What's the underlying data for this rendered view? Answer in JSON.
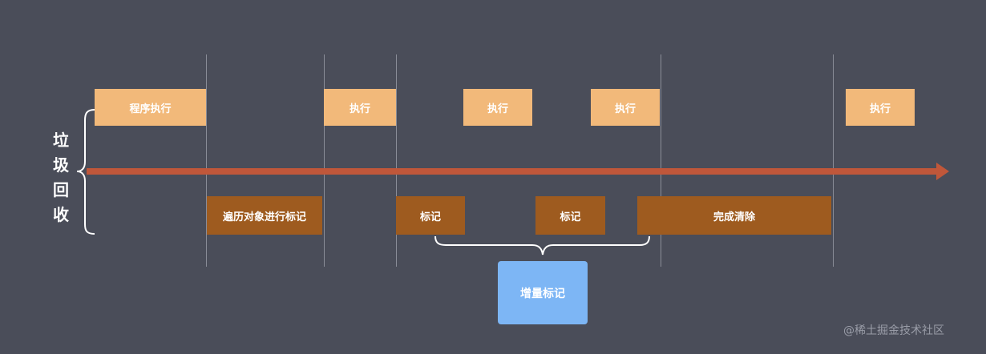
{
  "title": "垃圾回收",
  "colors": {
    "background": "#4a4d59",
    "exec_box": "#f2b97a",
    "mark_box": "#9e5b1f",
    "incremental_box": "#7db6f5",
    "arrow": "#c0573a"
  },
  "exec_boxes": [
    {
      "label": "程序执行"
    },
    {
      "label": "执行"
    },
    {
      "label": "执行"
    },
    {
      "label": "执行"
    },
    {
      "label": "执行"
    }
  ],
  "mark_boxes": [
    {
      "label": "遍历对象进行标记"
    },
    {
      "label": "标记"
    },
    {
      "label": "标记"
    },
    {
      "label": "完成清除"
    }
  ],
  "incremental_label": "增量标记",
  "watermark": "@稀土掘金技术社区"
}
